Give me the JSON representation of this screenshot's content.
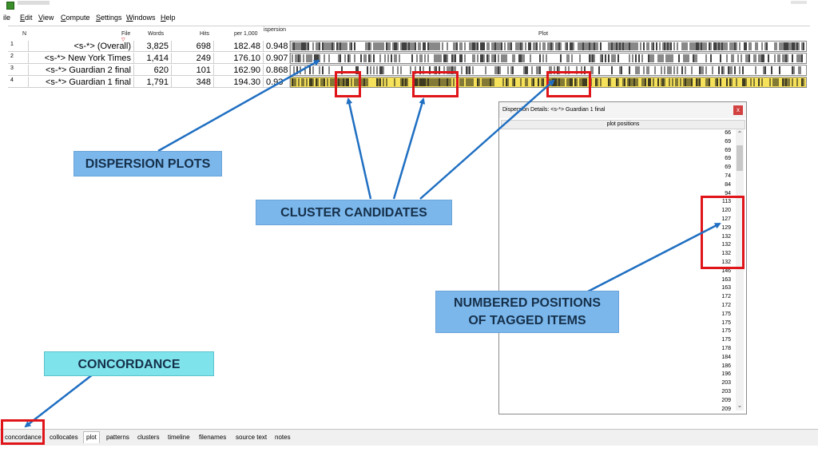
{
  "menu": [
    {
      "label": "ile",
      "u": ""
    },
    {
      "label": "dit",
      "u": "E"
    },
    {
      "label": "iew",
      "u": "V"
    },
    {
      "label": "ompute",
      "u": "C"
    },
    {
      "label": "ettings",
      "u": "S"
    },
    {
      "label": "indows",
      "u": "W"
    },
    {
      "label": "elp",
      "u": "H"
    }
  ],
  "columns": {
    "n": "N",
    "file": "File",
    "words": "Words",
    "hits": "Hits",
    "per": "per 1,000",
    "dispersion": "ispersion",
    "plot": "Plot"
  },
  "rows": [
    {
      "n": "1",
      "file": "<s-*> (Overall)",
      "words": "3,825",
      "hits": "698",
      "per": "182.48",
      "disp": "0.948",
      "highlight": false
    },
    {
      "n": "2",
      "file": "<s-*> New York Times",
      "words": "1,414",
      "hits": "249",
      "per": "176.10",
      "disp": "0.907",
      "highlight": false
    },
    {
      "n": "3",
      "file": "<s-*> Guardian 2 final",
      "words": "620",
      "hits": "101",
      "per": "162.90",
      "disp": "0.868",
      "highlight": false
    },
    {
      "n": "4",
      "file": "<s-*> Guardian 1 final",
      "words": "1,791",
      "hits": "348",
      "per": "194.30",
      "disp": "0.93",
      "highlight": true
    }
  ],
  "callouts": {
    "dispersion": "DISPERSION PLOTS",
    "cluster": "CLUSTER CANDIDATES",
    "numbered_line1": "NUMBERED POSITIONS",
    "numbered_line2": "OF TAGGED ITEMS",
    "concordance": "CONCORDANCE"
  },
  "dialog": {
    "title": "Dispersion Details: <s-*> Guardian 1 final",
    "close": "x",
    "column": "plot positions",
    "positions": [
      "66",
      "69",
      "69",
      "69",
      "69",
      "74",
      "84",
      "94",
      "113",
      "120",
      "127",
      "129",
      "132",
      "132",
      "132",
      "132",
      "146",
      "163",
      "163",
      "172",
      "172",
      "175",
      "175",
      "175",
      "175",
      "178",
      "184",
      "186",
      "196",
      "203",
      "203",
      "209",
      "209"
    ]
  },
  "tabs": [
    "concordance",
    "collocates",
    "plot",
    "patterns",
    "clusters",
    "timeline",
    "filenames",
    "source text",
    "notes"
  ],
  "active_tab": "plot",
  "colors": {
    "highlight": "#f5e15a",
    "box": "#e0151a",
    "arrow": "#1f6fc2",
    "callout": "#7cb7ec",
    "callout_cyan": "#7fe3ec"
  }
}
